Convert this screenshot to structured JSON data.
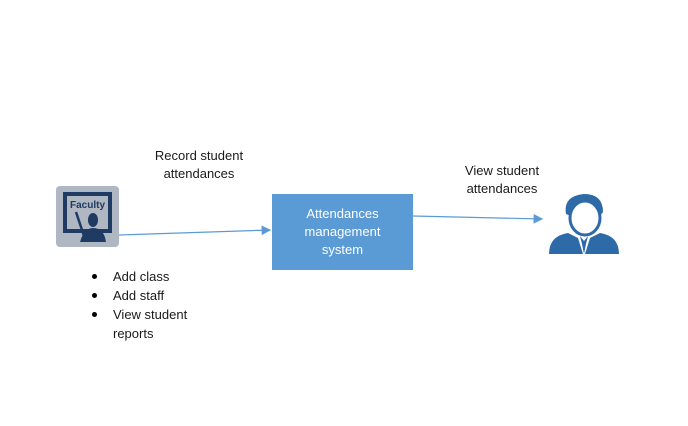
{
  "diagram": {
    "actor_left": {
      "label": "Faculty",
      "icon": "faculty-teacher-icon"
    },
    "actor_right": {
      "icon": "user-person-icon"
    },
    "system": {
      "label": "Attendances management system"
    },
    "edge_left": {
      "label": "Record student attendances"
    },
    "edge_right": {
      "label": "View student attendances"
    },
    "faculty_tasks": [
      "Add class",
      "Add staff",
      "View student reports"
    ],
    "colors": {
      "system_fill": "#5b9bd5",
      "arrow": "#5b9bd5",
      "user_icon": "#2e6aa8",
      "faculty_bg": "#aeb7c2",
      "faculty_dark": "#1f3a63"
    }
  }
}
